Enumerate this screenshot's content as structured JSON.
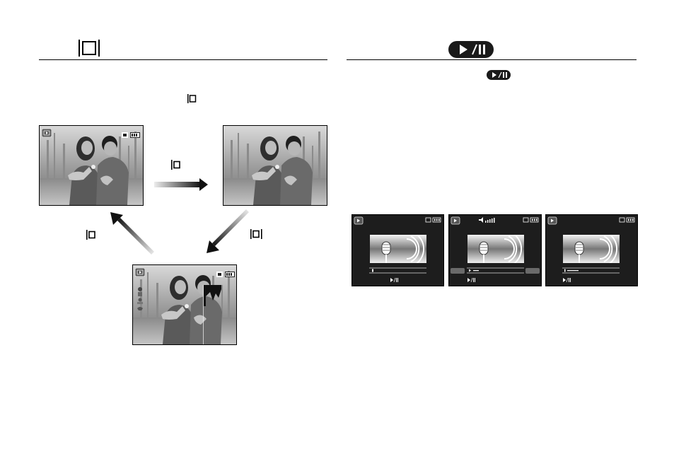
{
  "left_section": {
    "header_icon": "info-display-icon",
    "intro_icon": "info-display-icon"
  },
  "right_section": {
    "header_icon": "play-pause-button-icon",
    "intro_icon": "play-pause-button-icon"
  },
  "cycle_diagram": {
    "screens": [
      {
        "id": "screen-normal",
        "icons": [
          "play-mode-icon",
          "memory-icon",
          "battery-icon"
        ]
      },
      {
        "id": "screen-no-info",
        "icons": []
      },
      {
        "id": "screen-full-info",
        "icons": [
          "play-mode-icon",
          "memory-icon",
          "battery-icon",
          "histogram-icon"
        ]
      }
    ],
    "arrows": [
      {
        "from": "screen-normal",
        "to": "screen-no-info",
        "icon": "info-display-icon"
      },
      {
        "from": "screen-no-info",
        "to": "screen-full-info",
        "icon": "info-display-icon"
      },
      {
        "from": "screen-full-info",
        "to": "screen-normal",
        "icon": "info-display-icon"
      }
    ]
  },
  "voice_playback_screens": [
    {
      "state": "paused",
      "progress": 0.02,
      "volume_shown": false,
      "side_buttons": false,
      "bottom_icon": "play-pause-icon"
    },
    {
      "state": "playing",
      "progress": 0.06,
      "volume_shown": true,
      "side_buttons": true,
      "bottom_icon": "play-pause-icon"
    },
    {
      "state": "playing",
      "progress": 0.22,
      "volume_shown": false,
      "side_buttons": false,
      "bottom_icon": "play-pause-icon"
    }
  ],
  "colors": {
    "button_black": "#1a1a1a",
    "lcd_background": "#1d1d1d"
  }
}
